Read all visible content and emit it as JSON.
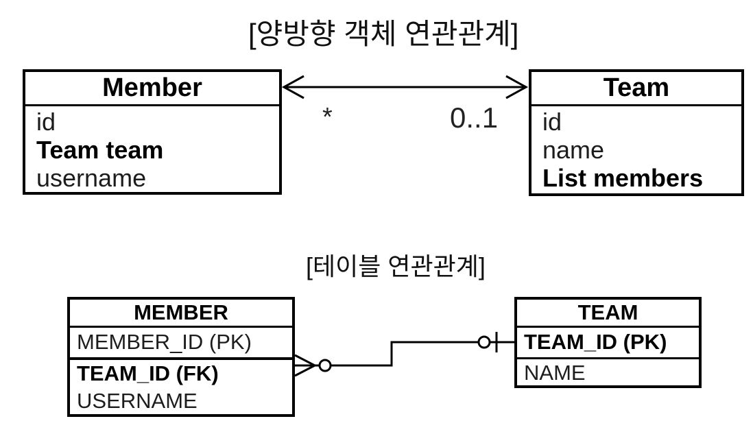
{
  "colors": {
    "background": "#ffffff",
    "line": "#000000",
    "text": "#000000"
  },
  "object_diagram": {
    "title": "[양방향 객체 연관관계]",
    "member_class": {
      "name": "Member",
      "fields": [
        {
          "label": "id",
          "bold": false
        },
        {
          "label": "Team team",
          "bold": true
        },
        {
          "label": "username",
          "bold": false
        }
      ]
    },
    "team_class": {
      "name": "Team",
      "fields": [
        {
          "label": "id",
          "bold": false
        },
        {
          "label": "name",
          "bold": false
        },
        {
          "label": "List members",
          "bold": true
        }
      ]
    },
    "association": {
      "source_multiplicity": "*",
      "target_multiplicity": "0..1"
    }
  },
  "table_diagram": {
    "title": "[테이블 연관관계]",
    "member_table": {
      "name": "MEMBER",
      "primary_key": "MEMBER_ID (PK)",
      "columns": [
        {
          "label": "TEAM_ID (FK)",
          "bold": true
        },
        {
          "label": "USERNAME",
          "bold": false
        }
      ]
    },
    "team_table": {
      "name": "TEAM",
      "primary_key": "TEAM_ID (PK)",
      "columns": [
        {
          "label": "NAME",
          "bold": false
        }
      ]
    }
  }
}
